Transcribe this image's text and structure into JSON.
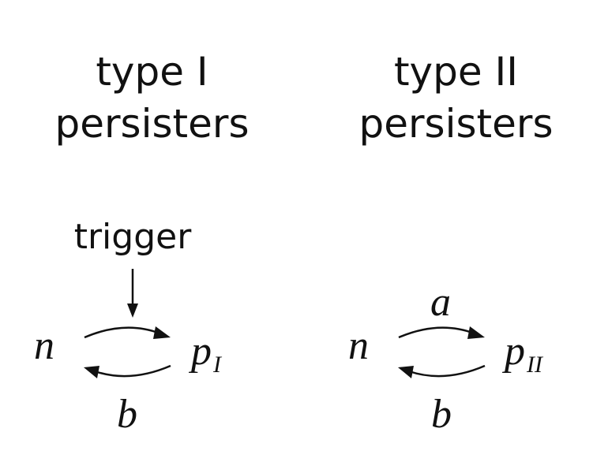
{
  "left": {
    "title_line1": "type I",
    "title_line2": "persisters",
    "trigger_label": "trigger",
    "node_n": "n",
    "node_p": "p",
    "node_p_sub": "I",
    "rate_back": "b"
  },
  "right": {
    "title_line1": "type II",
    "title_line2": "persisters",
    "node_n": "n",
    "node_p": "p",
    "node_p_sub": "II",
    "rate_forward": "a",
    "rate_back": "b"
  }
}
